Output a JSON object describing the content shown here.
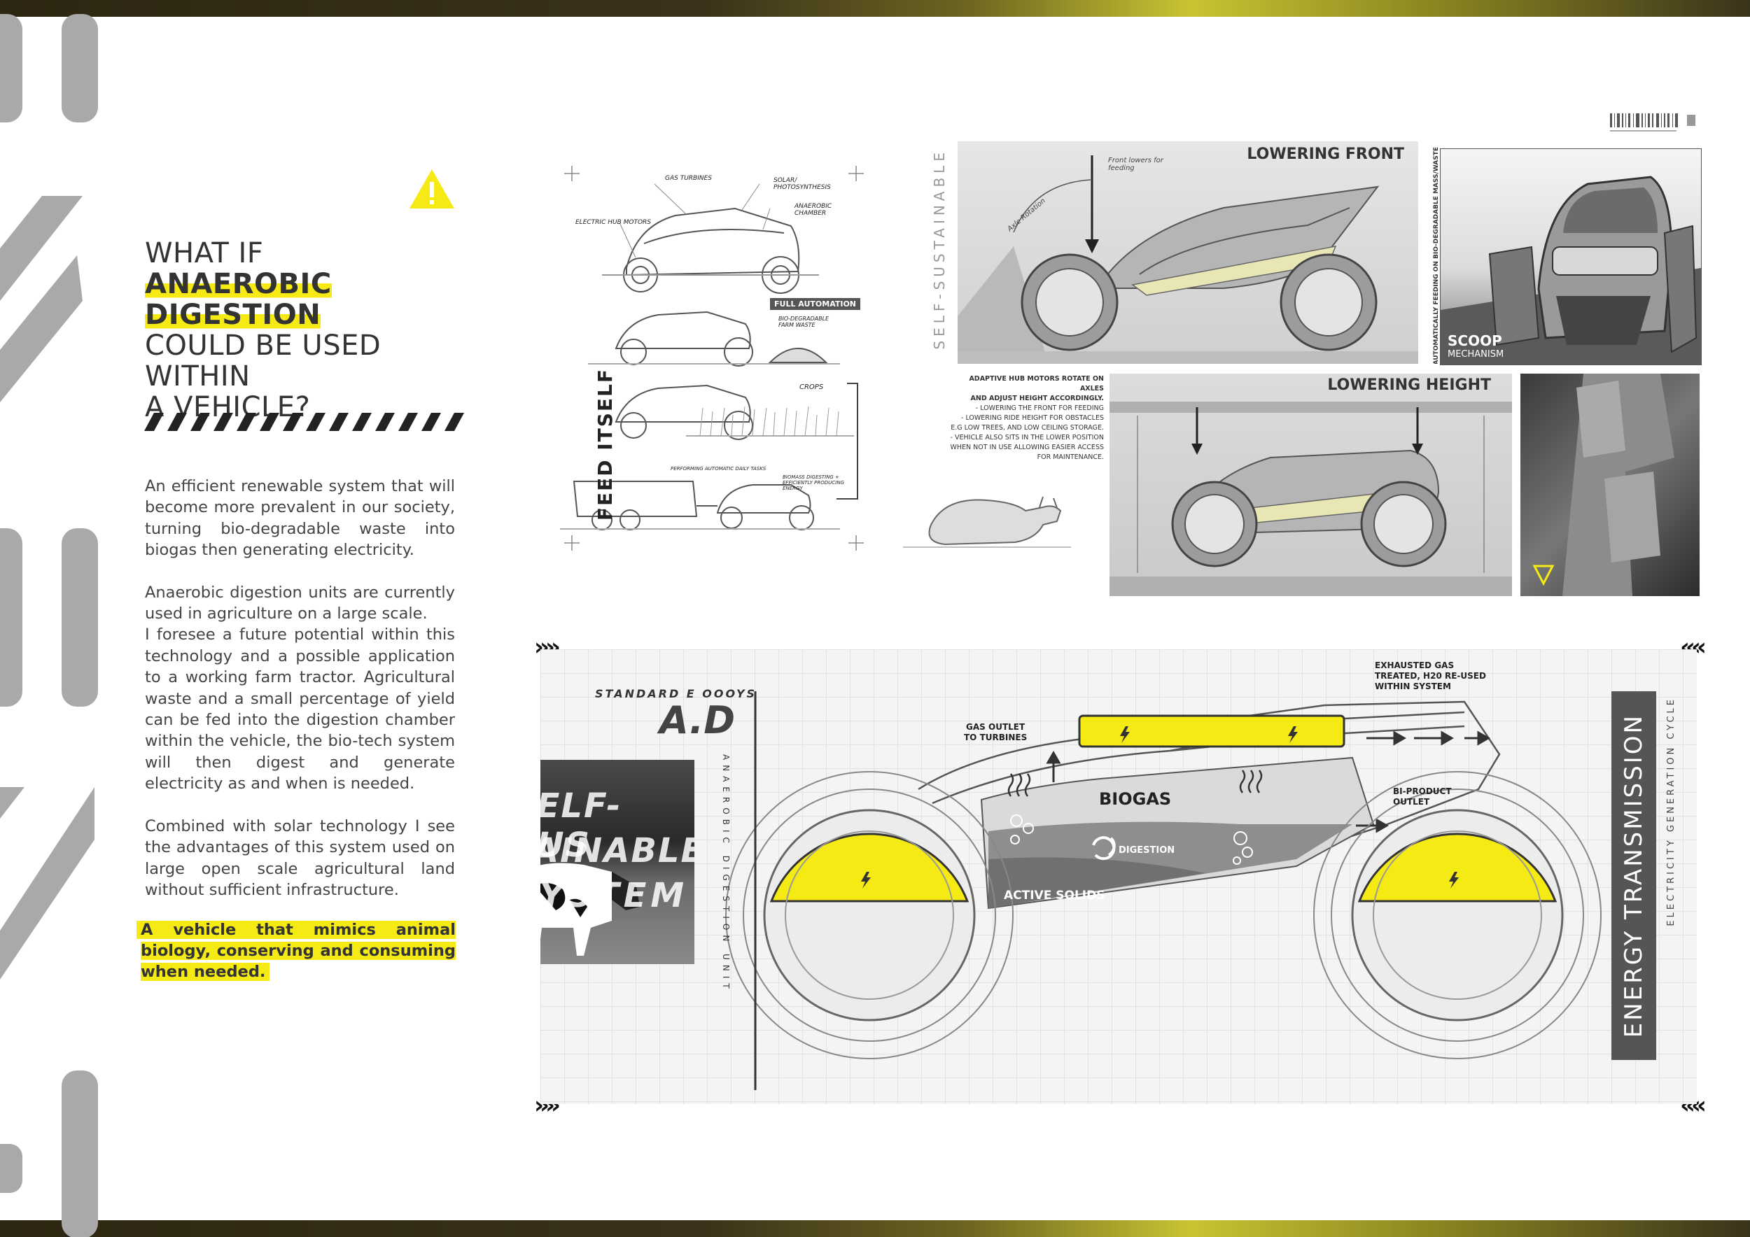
{
  "headline": {
    "line1": "WHAT IF",
    "line2": "ANAEROBIC DIGESTION",
    "line3": "COULD BE USED WITHIN",
    "line4": "A VEHICLE?"
  },
  "body": {
    "p1": "An efficient renewable system that will become more prevalent in our society, turning bio-degradable waste into biogas then generating electricity.",
    "p2a": "Anaerobic digestion units are currently used in agriculture on a large scale.",
    "p2b": "I foresee a future potential within this technology and a possible application to a working farm tractor. Agricultural waste and a small percentage of yield can be fed into the digestion chamber within the vehicle, the bio-tech system will then digest and generate electricity as and when is needed.",
    "p3": "Combined with solar technology I see the advantages of this system used on large open scale agricultural land without sufficient infrastructure.",
    "highlight": "A vehicle that mimics animal biology, conserving and consuming when needed."
  },
  "feed_panel": {
    "title": "FEED ITSELF",
    "gas_turbines": "GAS TURBINES",
    "solar": "SOLAR/ PHOTOSYNTHESIS",
    "anaerobic_chamber": "ANAEROBIC CHAMBER",
    "electric_hub_motors": "ELECTRIC HUB MOTORS",
    "full_automation": "FULL AUTOMATION",
    "farm_waste": "BIO-DEGRADABLE FARM WASTE",
    "crops": "CROPS",
    "daily_tasks": "PERFORMING AUTOMATIC DAILY TASKS",
    "energy": "BIOMASS DIGESTING + EFFICIENTLY PRODUCING ENERGY"
  },
  "self_sustainable": "SELF-SUSTAINABLE",
  "lowering_front": {
    "title": "LOWERING FRONT",
    "note": "Front lowers for feeding",
    "axle": "Axle Rotation"
  },
  "scoop": {
    "title": "SCOOP",
    "subtitle": "MECHANISM",
    "side_text": "AUTOMATICALLY FEEDING ON BIO-DEGRADABLE MASS/WASTE"
  },
  "adaptive_text": {
    "l1": "ADAPTIVE HUB MOTORS ROTATE ON AXLES",
    "l2": "AND ADJUST HEIGHT ACCORDINGLY.",
    "l3": "- LOWERING THE FRONT FOR FEEDING",
    "l4": "- LOWERING RIDE HEIGHT FOR OBSTACLES",
    "l5": "E.G LOW TREES, AND LOW CEILING STORAGE.",
    "l6": "- VEHICLE ALSO SITS IN THE LOWER POSITION",
    "l7": "WHEN NOT IN USE ALLOWING EASIER ACCESS",
    "l8": "FOR MAINTENANCE."
  },
  "lowering_height": {
    "title": "LOWERING HEIGHT"
  },
  "ad_panel": {
    "brand": "STANDARD E OOOYS",
    "ad": "A.D",
    "vertical": "ANAEROBIC DIGESTION UNIT",
    "photo_text_1": "SELF-SUS",
    "photo_text_2": "TAINABLE",
    "photo_text_3": "SYSTEM",
    "gas_outlet": "GAS OUTLET",
    "to_turbines": "TO TURBINES",
    "exhausted_1": "EXHAUSTED GAS",
    "exhausted_2": "TREATED, H20 RE-USED",
    "exhausted_3": "WITHIN SYSTEM",
    "biogas": "BIOGAS",
    "digestion": "DIGESTION",
    "active_solids": "ACTIVE SOLIDS",
    "biproduct_1": "BI-PRODUCT",
    "biproduct_2": "OUTLET",
    "energy_transmission": "ENERGY TRANSMISSION",
    "generation_cycle": "ELECTRICITY GENERATION CYCLE"
  },
  "colors": {
    "accent": "#f5ea14",
    "dark": "#333333",
    "grey": "#9a9a9a"
  }
}
